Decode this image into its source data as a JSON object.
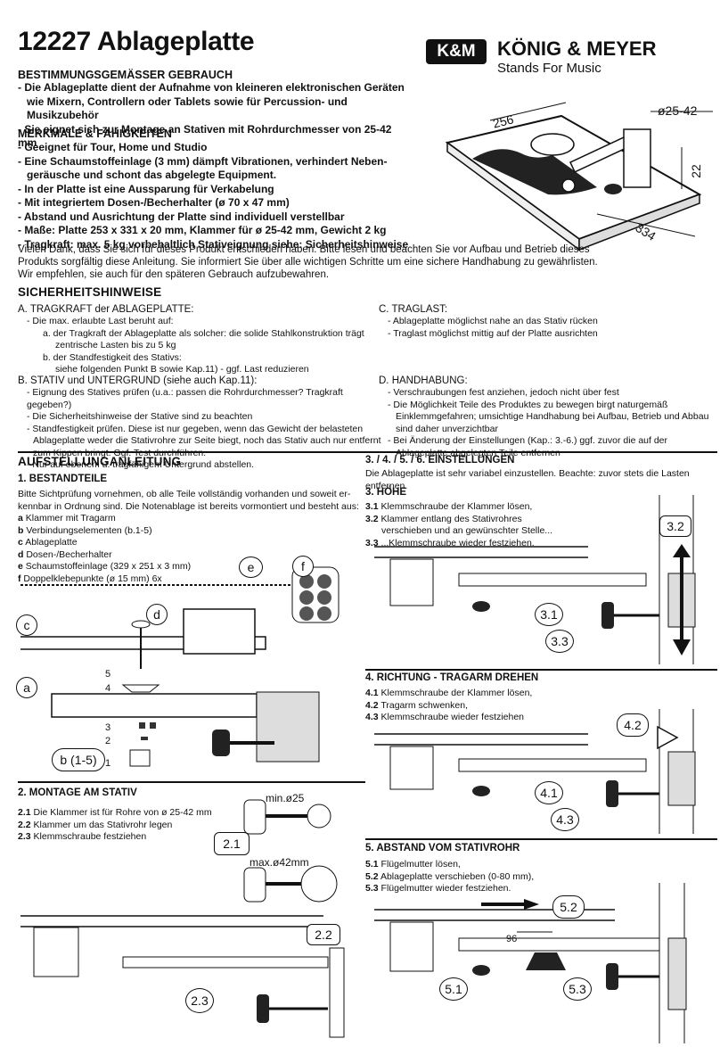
{
  "header": {
    "title": "12227 Ablageplatte",
    "logo_text": "K&M",
    "brand": "KÖNIG & MEYER",
    "slogan": "Stands For Music"
  },
  "usage": {
    "heading": "BESTIMMUNGSGEMÄSSER GEBRAUCH",
    "lines": [
      "- Die Ablageplatte dient der Aufnahme von kleineren elektronischen Geräten",
      "wie Mixern, Controllern oder Tablets sowie für Percussion- und Musikzubehör",
      "- Sie eignet sich zur Montage an Stativen mit Rohrdurchmesser von 25-42 mm"
    ]
  },
  "features": {
    "heading": "MERKMALE & FÄHIGKEITEN",
    "lines": [
      "- Geeignet für Tour, Home und Studio",
      "- Eine Schaumstoffeinlage (3 mm) dämpft Vibrationen, verhindert Neben-",
      "geräusche und schont das abgelegte Equipment.",
      "- In der Platte ist eine Aussparung für Verkabelung",
      "- Mit integriertem Dosen-/Becherhalter (ø 70 x 47 mm)",
      "- Abstand und Ausrichtung der Platte sind individuell verstellbar",
      "- Maße: Platte 253 x 331 x 20 mm, Klammer für ø 25-42 mm, Gewicht 2 kg",
      "- Tragkraft: max. 5 kg vorbehaltlich Stativeignung siehe: Sicherheitshinweise"
    ]
  },
  "dims": {
    "d256": "256",
    "d334": "334",
    "d22": "22",
    "dia": "ø25-42"
  },
  "intro": [
    "Vielen Dank, dass Sie sich für dieses Produkt entschieden haben. Bitte lesen und beachten Sie vor Aufbau und Betrieb dieses",
    "Produkts sorgfältig diese Anleitung. Sie informiert Sie über alle wichtigen Schritte um eine sichere Handhabung zu gewährlisten.",
    "Wir empfehlen, sie auch für den späteren Gebrauch aufzubewahren."
  ],
  "safety": {
    "heading": "SICHERHEITSHINWEISE",
    "a": {
      "title": "A. TRAGKRAFT der ABLAGEPLATTE:",
      "lines": [
        "- Die max. erlaubte Last beruht auf:",
        "a. der Tragkraft der Ablageplatte als solcher: die solide Stahlkonstruktion trägt",
        "zentrische Lasten bis zu 5 kg",
        "b. der Standfestigkeit des Stativs:",
        "siehe folgenden Punkt B sowie Kap.11) - ggf. Last reduzieren"
      ]
    },
    "b": {
      "title": "B. STATIV und UNTERGRUND (siehe auch Kap.11):",
      "lines": [
        "- Eignung des Statives prüfen (u.a.: passen die Rohrdurchmesser? Tragkraft gegeben?)",
        "- Die Sicherheitshinweise der Stative sind zu beachten",
        "- Standfestigkeit prüfen. Diese ist nur gegeben, wenn das Gewicht der belasteten",
        "Ablageplatte weder die Stativrohre zur Seite biegt, noch das Stativ auch nur entfernt",
        "zum Kippen bringt. Ggf. Test durchführen.",
        "- Nur auf ebenem u. tragfähigem Untergrund abstellen."
      ]
    },
    "c": {
      "title": "C. TRAGLAST:",
      "lines": [
        "- Ablageplatte möglichst nahe an das Stativ rücken",
        "- Traglast möglichst mittig auf der Platte ausrichten"
      ]
    },
    "d": {
      "title": "D. HANDHABUNG:",
      "lines": [
        "- Verschraubungen fest anziehen, jedoch nicht über fest",
        "- Die Möglichkeit Teile des Produktes zu bewegen birgt naturgemäß",
        "Einklemmgefahren; umsichtige Handhabung bei Aufbau, Betrieb und Abbau",
        "sind daher unverzichtbar",
        "- Bei Änderung der Einstellungen (Kap.: 3.-6.) ggf. zuvor die auf der",
        "Ablageplatte abgelegten Teile entfernen"
      ]
    }
  },
  "setup": {
    "heading": "AUFSTELLUNGANLEITUNG",
    "parts": {
      "heading": "1. BESTANDTEILE",
      "intro": [
        "Bitte Sichtprüfung vornehmen, ob alle Teile vollständig vorhanden und soweit er-",
        "kennbar in Ordnung sind. Die Notenablage ist bereits vormontiert und besteht aus:"
      ],
      "items": [
        {
          "k": "a",
          "t": "Klammer mit Tragarm"
        },
        {
          "k": "b",
          "t": "Verbindungselementen (b.1-5)"
        },
        {
          "k": "c",
          "t": "Ablageplatte"
        },
        {
          "k": "d",
          "t": "Dosen-/Becherhalter"
        },
        {
          "k": "e",
          "t": "Schaumstoffeinlage (329 x 251 x 3 mm)"
        },
        {
          "k": "f",
          "t": "Doppelklebepunkte (ø 15 mm) 6x"
        }
      ],
      "labels": {
        "e": "e",
        "f": "f",
        "c": "c",
        "d": "d",
        "a": "a",
        "b": "b (1-5)",
        "n5": "5",
        "n4": "4",
        "n3": "3",
        "n2": "2",
        "n1": "1"
      }
    },
    "mount": {
      "heading": "2. MONTAGE AM STATIV",
      "steps": [
        {
          "n": "2.1",
          "t": "Die Klammer ist für Rohre von ø 25-42 mm"
        },
        {
          "n": "2.2",
          "t": "Klammer um das Stativrohr legen"
        },
        {
          "n": "2.3",
          "t": "Klemmschraube festziehen"
        }
      ],
      "min": "min.ø25",
      "max": "max.ø42mm",
      "c21": "2.1",
      "c22": "2.2",
      "c23": "2.3"
    }
  },
  "settings": {
    "heading": "3. / 4. / 5. / 6. EINSTELLUNGEN",
    "note": "Die Ablageplatte ist sehr variabel einzustellen. Beachte: zuvor stets die Lasten entfernen.",
    "height": {
      "heading": "3. HÖHE",
      "steps": [
        {
          "n": "3.1",
          "t": "Klemmschraube der Klammer lösen,"
        },
        {
          "n": "3.2",
          "t": "Klammer entlang des Stativrohres"
        },
        {
          "n": "",
          "t": "verschieben und an gewünschter Stelle..."
        },
        {
          "n": "3.3",
          "t": "...Klemmschraube wieder festziehen."
        }
      ],
      "c31": "3.1",
      "c32": "3.2",
      "c33": "3.3"
    },
    "direction": {
      "heading": "4. RICHTUNG - TRAGARM DREHEN",
      "steps": [
        {
          "n": "4.1",
          "t": "Klemmschraube der Klammer lösen,"
        },
        {
          "n": "4.2",
          "t": "Tragarm schwenken,"
        },
        {
          "n": "4.3",
          "t": "Klemmschraube wieder festziehen"
        }
      ],
      "c41": "4.1",
      "c42": "4.2",
      "c43": "4.3"
    },
    "distance": {
      "heading": "5. ABSTAND VOM STATIVROHR",
      "steps": [
        {
          "n": "5.1",
          "t": "Flügelmutter lösen,"
        },
        {
          "n": "5.2",
          "t": "Ablageplatte verschieben (0-80 mm),"
        },
        {
          "n": "5.3",
          "t": "Flügelmutter wieder festziehen."
        }
      ],
      "c51": "5.1",
      "c52": "5.2",
      "c53": "5.3",
      "d96": "96"
    }
  }
}
